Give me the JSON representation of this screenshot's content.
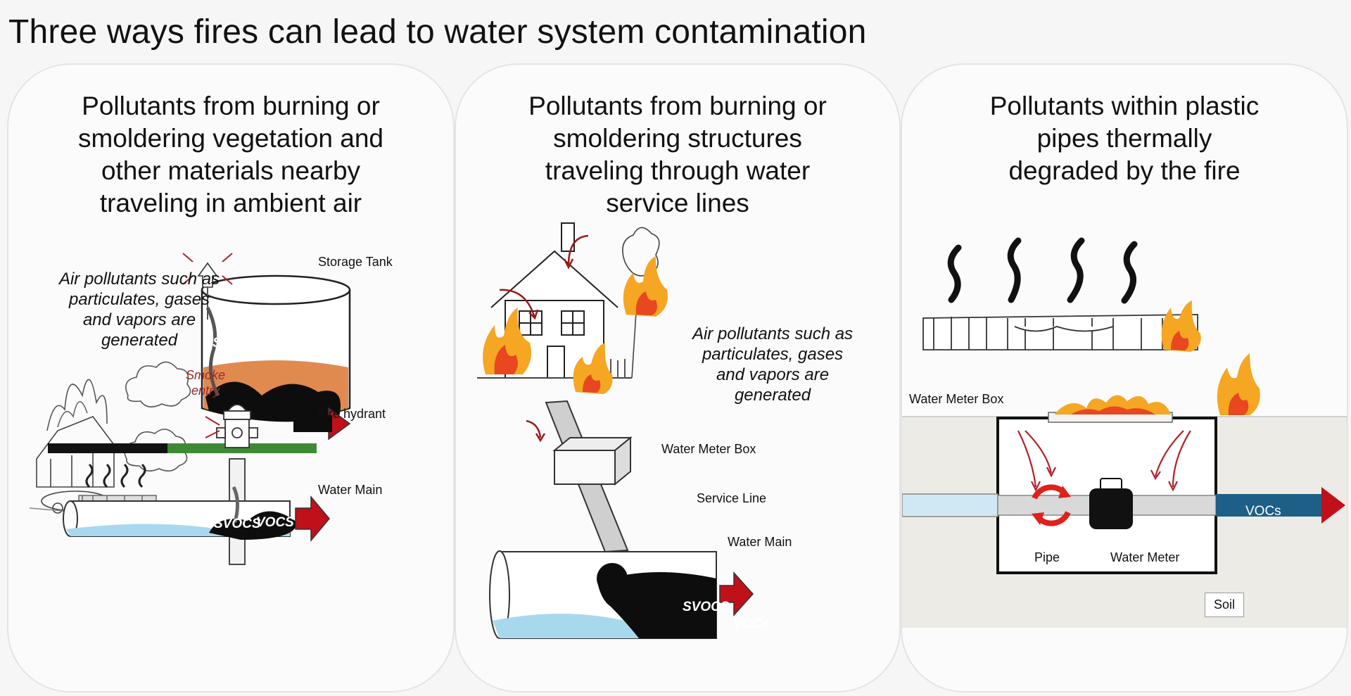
{
  "title": "Three ways fires can lead to water system contamination",
  "panels": [
    {
      "heading": [
        "Pollutants from burning or",
        "smoldering vegetation and",
        "other materials nearby",
        "traveling in ambient air"
      ],
      "note": [
        "Air pollutants such as",
        "particulates, gases",
        "and vapors are",
        "generated"
      ],
      "smoke_entry": [
        "Smoke",
        "entry"
      ],
      "labels": {
        "storage_tank": "Storage Tank",
        "fire_hydrant": "Fire hydrant",
        "water_main": "Water Main",
        "svocs": "SVOCS",
        "vocs": "VOCS"
      }
    },
    {
      "heading": [
        "Pollutants from burning or",
        "smoldering structures",
        "traveling through water",
        "service lines"
      ],
      "note": [
        "Air pollutants such as",
        "particulates, gases",
        "and vapors are",
        "generated"
      ],
      "labels": {
        "water_meter_box": "Water Meter Box",
        "service_line": "Service Line",
        "water_main": "Water Main",
        "svocs": "SVOCS",
        "vocs": "VOCs"
      }
    },
    {
      "heading": [
        "Pollutants within plastic",
        "pipes thermally",
        "degraded by the fire"
      ],
      "labels": {
        "water_meter_box": "Water Meter Box",
        "pipe": "Pipe",
        "water_meter": "Water Meter",
        "soil": "Soil",
        "vocs": "VOCs"
      }
    }
  ],
  "colors": {
    "flow_arrow": "#c0101a",
    "contaminant": "#0d0d0d",
    "water": "#a8d8ee",
    "tank_liquid": "#e08a50",
    "ground_black": "#111111",
    "ground_green": "#3e8a34",
    "outlet_pipe": "#1d5f86",
    "flame_outer": "#f5a623",
    "flame_inner": "#e8471f"
  }
}
